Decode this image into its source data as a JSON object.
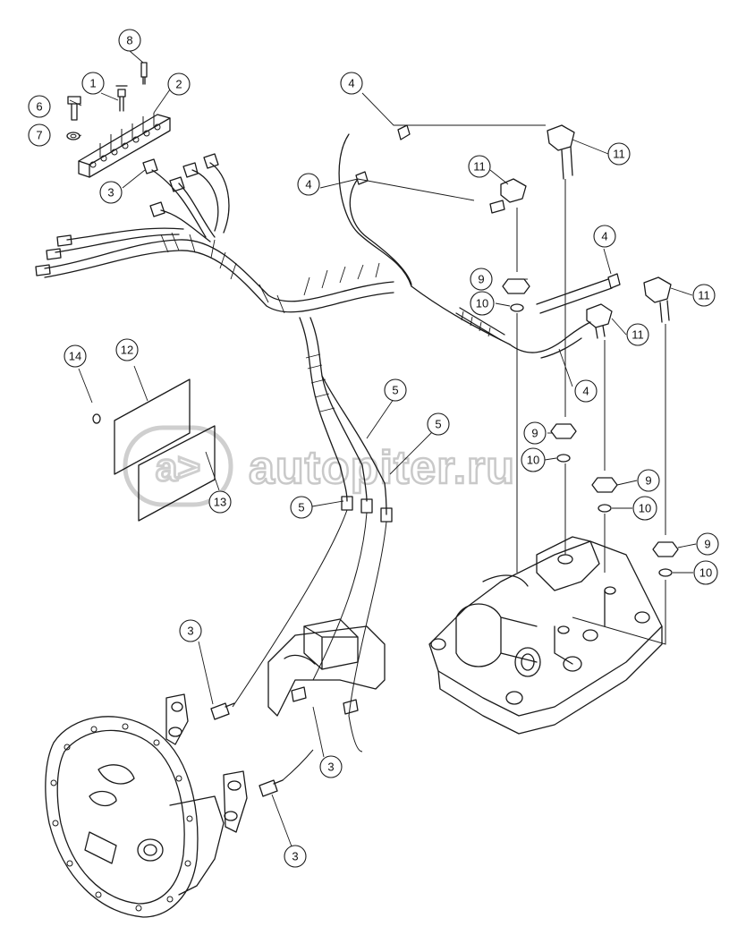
{
  "watermark": {
    "text": "autopiter.ru",
    "logo_text": "a>"
  },
  "callouts": {
    "c1": "1",
    "c2": "2",
    "c3a": "3",
    "c3b": "3",
    "c3c": "3",
    "c3d": "3",
    "c4a": "4",
    "c4b": "4",
    "c4c": "4",
    "c4d": "4",
    "c5a": "5",
    "c5b": "5",
    "c5c": "5",
    "c6": "6",
    "c7": "7",
    "c8": "8",
    "c9a": "9",
    "c9b": "9",
    "c9c": "9",
    "c9d": "9",
    "c10a": "10",
    "c10b": "10",
    "c10c": "10",
    "c10d": "10",
    "c11a": "11",
    "c11b": "11",
    "c11c": "11",
    "c11d": "11",
    "c12": "12",
    "c13": "13",
    "c14": "14"
  }
}
